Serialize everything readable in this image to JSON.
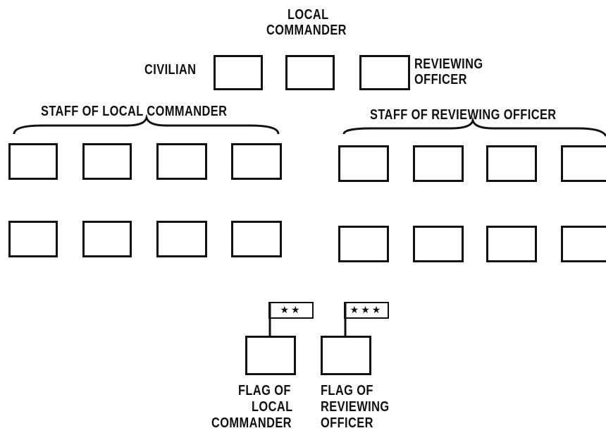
{
  "center_label": [
    "LOCAL",
    "COMMANDER"
  ],
  "civilian_label": "CIVILIAN",
  "reviewing_officer_label": [
    "REVIEWING",
    "OFFICER"
  ],
  "staff_local_label": "STAFF OF LOCAL COMMANDER",
  "staff_reviewing_label": "STAFF OF REVIEWING OFFICER",
  "flag_local": {
    "stars": "★★",
    "caption": [
      "FLAG OF",
      "LOCAL",
      "COMMANDER"
    ]
  },
  "flag_reviewing": {
    "stars": "★★★",
    "caption": [
      "FLAG OF",
      "REVIEWING",
      "OFFICER"
    ]
  }
}
